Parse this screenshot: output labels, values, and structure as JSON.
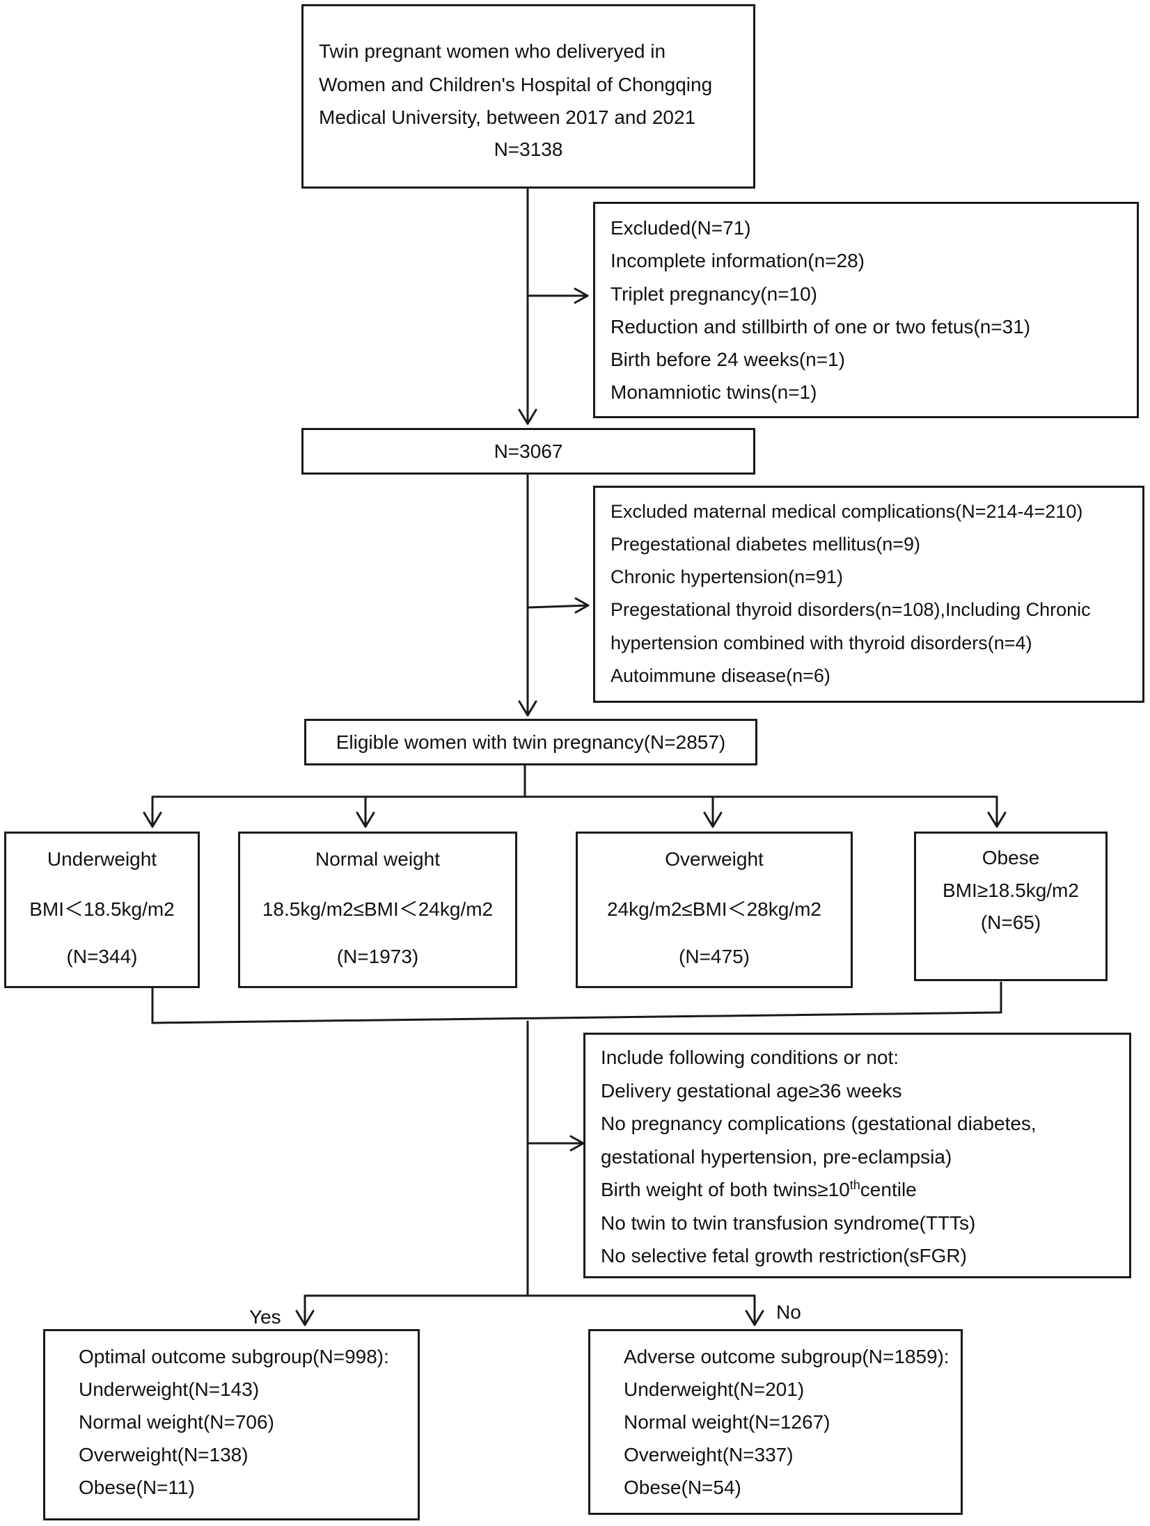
{
  "start": {
    "lines": [
      "Twin pregnant women who deliveryed in",
      "Women and Children's Hospital of Chongqing",
      "Medical University, between 2017 and 2021"
    ],
    "count": "N=3138"
  },
  "excluded1": {
    "lines": [
      "Excluded(N=71)",
      "Incomplete information(n=28)",
      "Triplet pregnancy(n=10)",
      "Reduction and stillbirth of one or two fetus(n=31)",
      "Birth before 24 weeks(n=1)",
      "Monamniotic twins(n=1)"
    ]
  },
  "after_exclusion": {
    "count": "N=3067"
  },
  "excluded2": {
    "lines": [
      "Excluded maternal medical complications(N=214-4=210)",
      "Pregestational diabetes mellitus(n=9)",
      "Chronic hypertension(n=91)",
      "Pregestational thyroid disorders(n=108),Including Chronic",
      "hypertension combined with thyroid disorders(n=4)",
      "Autoimmune disease(n=6)"
    ]
  },
  "eligible": {
    "label": "Eligible women with twin pregnancy(N=2857)"
  },
  "groups": {
    "underweight": {
      "name": "Underweight",
      "criterion": "BMI＜18.5kg/m2",
      "count": "(N=344)"
    },
    "normal": {
      "name": "Normal weight",
      "criterion": "18.5kg/m2≤BMI＜24kg/m2",
      "count": "(N=1973)"
    },
    "overweight": {
      "name": "Overweight",
      "criterion": "24kg/m2≤BMI＜28kg/m2",
      "count": "(N=475)"
    },
    "obese": {
      "name": "Obese",
      "criterion": "BMI≥18.5kg/m2",
      "count": "(N=65)"
    }
  },
  "conditions": {
    "title": "Include following conditions or not:",
    "line1": "Delivery gestational age≥36 weeks",
    "line2": "No pregnancy complications (gestational diabetes,",
    "line3": "gestational hypertension, pre-eclampsia)",
    "line4_pre": "Birth weight of both twins≥10",
    "line4_sup": "th",
    "line4_post": "centile",
    "line5": "No twin to twin transfusion syndrome(TTTs)",
    "line6": "No selective fetal growth restriction(sFGR)"
  },
  "branch_labels": {
    "yes": "Yes",
    "no": "No"
  },
  "optimal": {
    "lines": [
      "Optimal outcome subgroup(N=998):",
      "Underweight(N=143)",
      "Normal weight(N=706)",
      "Overweight(N=138)",
      "Obese(N=11)"
    ]
  },
  "adverse": {
    "lines": [
      "Adverse outcome subgroup(N=1859):",
      "Underweight(N=201)",
      "Normal weight(N=1267)",
      "Overweight(N=337)",
      "Obese(N=54)"
    ]
  },
  "colors": {
    "stroke": "#1a1a1a",
    "text": "#111111",
    "background": "#ffffff"
  }
}
